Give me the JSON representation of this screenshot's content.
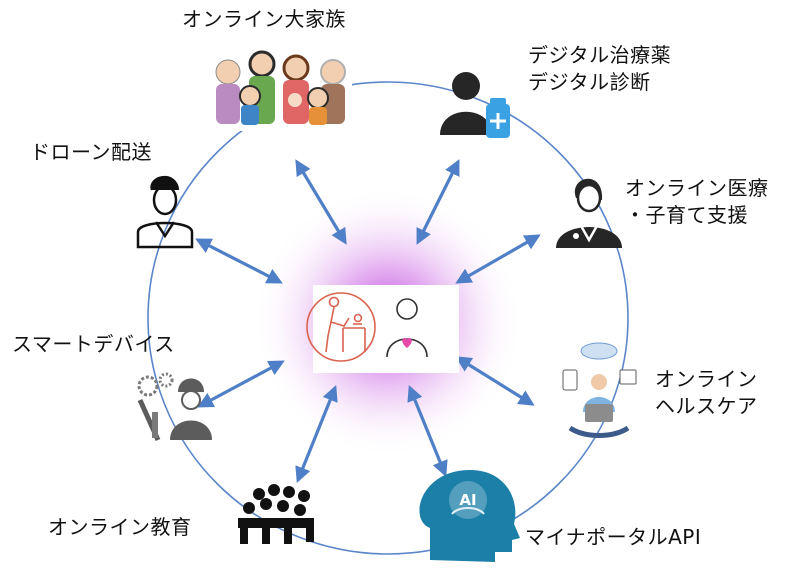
{
  "colors": {
    "ring": "#5b86c9",
    "arrow": "#4f7fc6",
    "glow": "#c85ae0",
    "hub_stroke": "#d9634e",
    "heart": "#e64aa6",
    "ai_icon": "#1b7fa8",
    "medical_badge": "#3aa2e3",
    "dark_icon": "#262626"
  },
  "hub": {
    "icons": [
      "parent-child-care-icon",
      "mother-heart-icon"
    ]
  },
  "nodes": [
    {
      "id": "online-family",
      "icon": "family-illustration",
      "lines": [
        "オンライン大家族"
      ]
    },
    {
      "id": "digital-medicine",
      "icon": "person-medicine-icon",
      "lines": [
        "デジタル治療薬",
        "デジタル診断"
      ]
    },
    {
      "id": "online-medical",
      "icon": "doctor-icon",
      "lines": [
        "オンライン医療",
        "・子育て支援"
      ]
    },
    {
      "id": "online-healthcare",
      "icon": "laptop-user-icon",
      "lines": [
        "オンライン",
        "ヘルスケア"
      ]
    },
    {
      "id": "mynaportal",
      "icon": "ai-brain-head-icon",
      "lines": [
        "マイナポータルAPI"
      ]
    },
    {
      "id": "online-education",
      "icon": "classroom-icon",
      "lines": [
        "オンライン教育"
      ]
    },
    {
      "id": "smart-device",
      "icon": "engineer-gears-icon",
      "lines": [
        "スマートデバイス"
      ]
    },
    {
      "id": "drone-delivery",
      "icon": "delivery-person-icon",
      "lines": [
        "ドローン配送"
      ]
    }
  ]
}
